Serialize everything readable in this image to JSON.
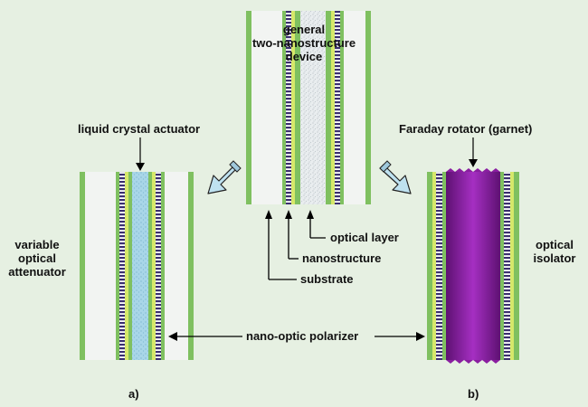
{
  "labels": {
    "general_device": "general\ntwo-nanostructure\ndevice",
    "liquid_crystal_actuator": "liquid crystal actuator",
    "faraday_rotator": "Faraday rotator (garnet)",
    "variable_optical_attenuator": "variable\noptical\nattenuator",
    "optical_isolator": "optical\nisolator",
    "optical_layer": "optical layer",
    "nanostructure": "nanostructure",
    "substrate": "substrate",
    "nano_optic_polarizer": "nano-optic polarizer",
    "panel_a": "a)",
    "panel_b": "b)"
  },
  "colors": {
    "background": "#e6f0e2",
    "substrate": "#f2f4f2",
    "green_layer": "#7fc060",
    "yellow_green_layer": "#d6e86a",
    "nanostructure_dark": "#3a2f6e",
    "nanostructure_light": "#ffffff",
    "optical_layer_speckle": "#bcc6cc",
    "liquid_crystal": "#8ec9e0",
    "garnet": "#8a1ea0",
    "arrow_fill": "#bfe2f0",
    "line": "#000000"
  }
}
